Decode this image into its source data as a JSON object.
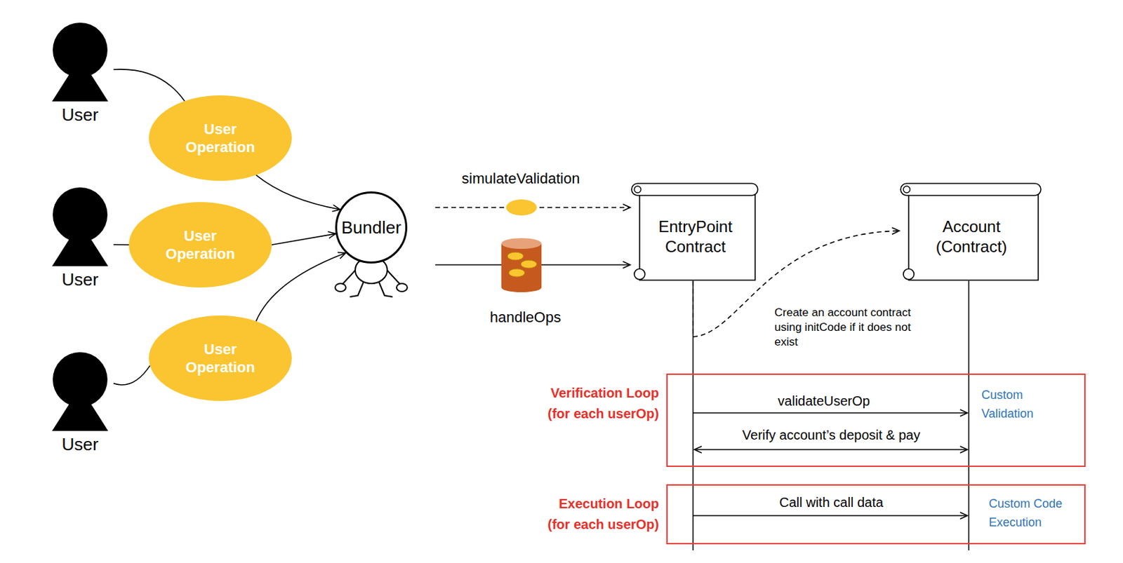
{
  "diagram": {
    "nodes": [
      {
        "text": [
          "User"
        ]
      },
      {
        "text": [
          "User Operation"
        ]
      },
      {
        "text": [
          "User"
        ]
      },
      {
        "text": [
          "User Operation"
        ]
      },
      {
        "text": [
          "User"
        ]
      },
      {
        "text": [
          "User Operation"
        ]
      },
      {
        "text": [
          "Bundler"
        ]
      },
      {
        "text": [
          "EntryPoint Contract"
        ]
      },
      {
        "text": [
          "Account (Contract)"
        ]
      },
      {
        "text": [
          "Verification Loop (for each userOp)",
          "Custom Validation"
        ]
      },
      {
        "text": [
          "Execution Loop (for each userOp)",
          "Custom Code Execution"
        ]
      }
    ],
    "edges": [
      {
        "from": 0,
        "to": 1,
        "arrow": "none"
      },
      {
        "from": 1,
        "to": 6,
        "arrow": "to"
      },
      {
        "from": 2,
        "to": 3,
        "arrow": "none"
      },
      {
        "from": 3,
        "to": 6,
        "arrow": "to"
      },
      {
        "from": 4,
        "to": 5,
        "arrow": "none"
      },
      {
        "from": 5,
        "to": 6,
        "arrow": "to"
      },
      {
        "from": 6,
        "to": 7,
        "label": "simulateValidation",
        "arrow": "to"
      },
      {
        "from": 6,
        "to": 7,
        "label": "handleOps",
        "arrow": "to"
      },
      {
        "from": 7,
        "to": 8,
        "label": "Create an account contract using initCode if it does not exist",
        "arrow": "to"
      }
    ],
    "labels": [
      "validateUserOp",
      "Verify account’s deposit & pay",
      "Call with call data"
    ]
  }
}
